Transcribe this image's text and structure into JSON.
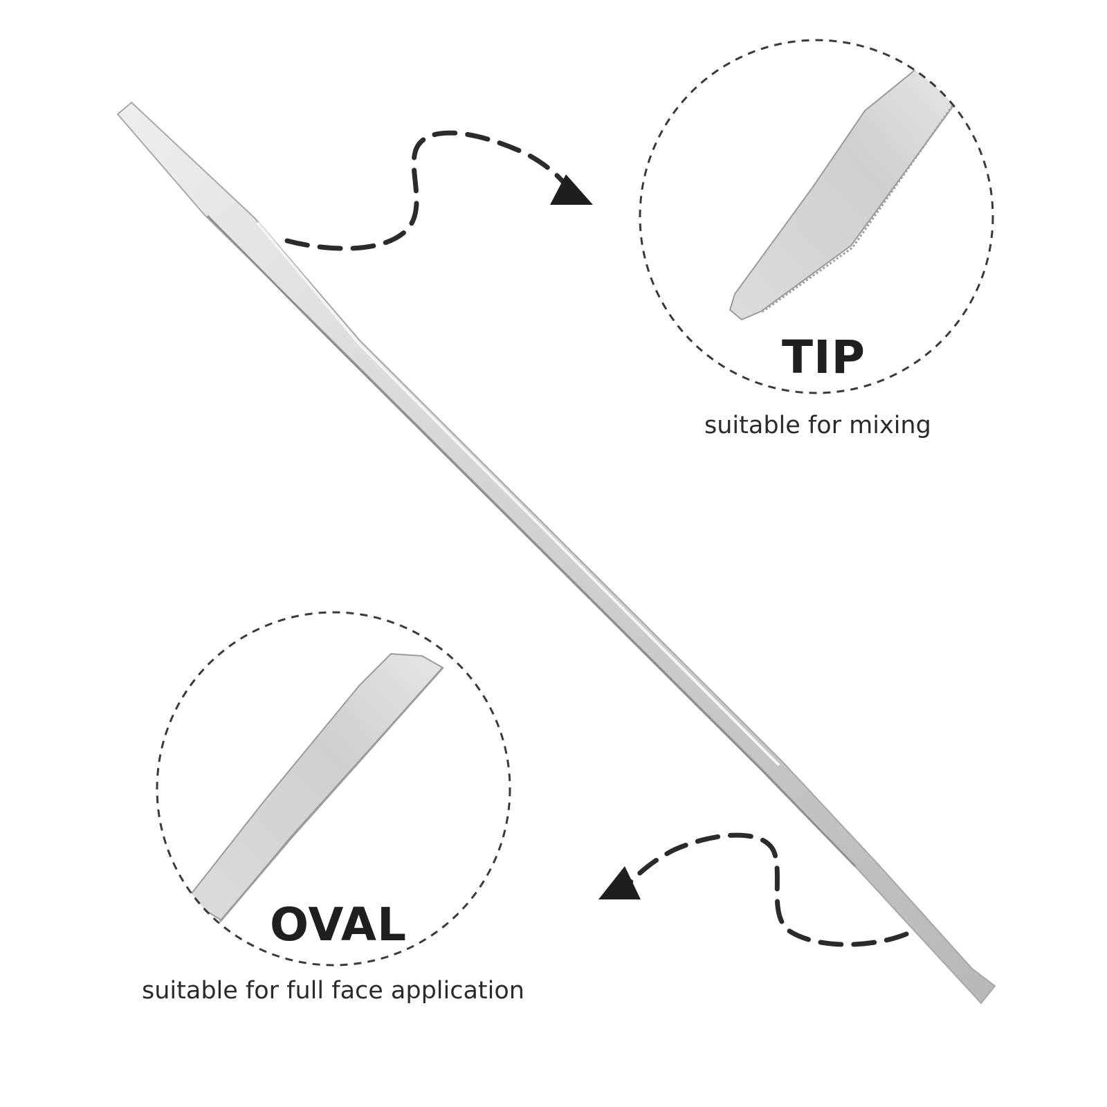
{
  "tip": {
    "title": "TIP",
    "caption": "suitable for mixing"
  },
  "oval": {
    "title": "OVAL",
    "caption": "suitable for full face application"
  },
  "colors": {
    "steel_light": "#e2e2e2",
    "steel_mid": "#c4c4c4",
    "steel_dark": "#8a8a8a",
    "dash": "#2b2b2b",
    "text": "#1f1f1f"
  }
}
